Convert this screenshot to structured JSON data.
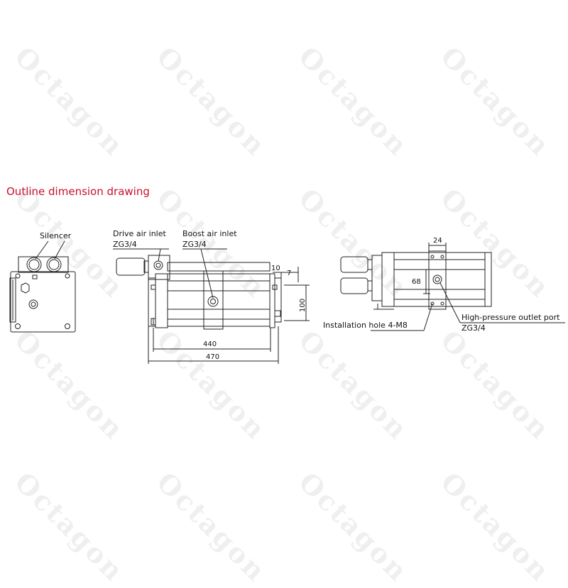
{
  "title": "Outline dimension drawing",
  "watermark": "Octagon",
  "labels": {
    "silencer": "Silencer",
    "drive_air_inlet": "Drive air inlet",
    "drive_air_inlet_thread": "ZG3/4",
    "boost_air_inlet": "Boost air inlet",
    "boost_air_inlet_thread": "ZG3/4",
    "installation_hole": "Installation hole 4-M8",
    "high_pressure_outlet": "High-pressure outlet port",
    "high_pressure_outlet_thread": "ZG3/4"
  },
  "dimensions": {
    "d10": "10",
    "d7": "7",
    "d100": "100",
    "d440": "440",
    "d470": "470",
    "d24": "24",
    "d68": "68"
  },
  "colors": {
    "title": "#c8102e",
    "line": "#222222",
    "watermark": "#000000"
  }
}
